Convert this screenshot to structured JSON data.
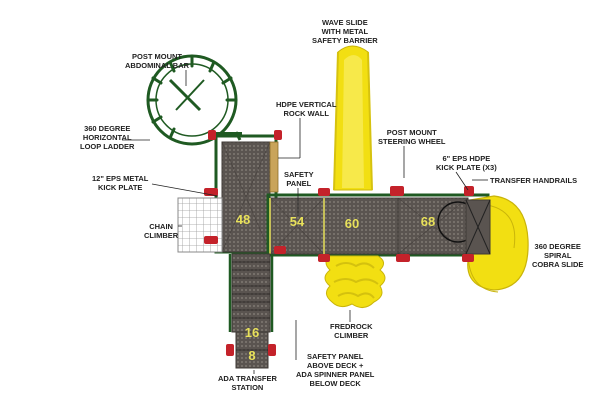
{
  "labels": {
    "wave_slide": [
      "WAVE SLIDE",
      "WITH METAL",
      "SAFETY BARRIER"
    ],
    "post_mount_abdominal": [
      "POST MOUNT",
      "ABDOMINAL BAR"
    ],
    "hdpe_rock_wall": [
      "HDPE VERTICAL",
      "ROCK WALL"
    ],
    "loop_ladder": [
      "360 DEGREE",
      "HORIZONTAL",
      "LOOP LADDER"
    ],
    "steering_wheel": [
      "POST MOUNT",
      "STEERING WHEEL"
    ],
    "metal_kick_plate": [
      "12\" EPS METAL",
      "KICK PLATE"
    ],
    "safety_panel": [
      "SAFETY",
      "PANEL"
    ],
    "hdpe_kick_plate": [
      "6\" EPS HDPE",
      "KICK PLATE (X3)"
    ],
    "transfer_handrails": [
      "TRANSFER HANDRAILS"
    ],
    "chain_climber": [
      "CHAIN",
      "CLIMBER"
    ],
    "spiral_slide": [
      "360 DEGREE",
      "SPIRAL",
      "COBRA SLIDE"
    ],
    "fredrock_climber": [
      "FREDROCK",
      "CLIMBER"
    ],
    "safety_spinner": [
      "SAFETY PANEL",
      "ABOVE DECK +",
      "ADA SPINNER PANEL",
      "BELOW DECK"
    ],
    "ada_transfer": [
      "ADA TRANSFER",
      "STATION"
    ]
  },
  "deck_heights": {
    "d48": "48",
    "d54": "54",
    "d60": "60",
    "d68": "68",
    "d16": "16",
    "d8": "8"
  },
  "colors": {
    "deck": "#5a5450",
    "frame_green": "#1f5a22",
    "clamp_red": "#c4222a",
    "slide_yellow": "#f2df12",
    "slide_shade": "#c9b40a",
    "label_text": "#222222",
    "deck_number": "#e8e15a"
  }
}
